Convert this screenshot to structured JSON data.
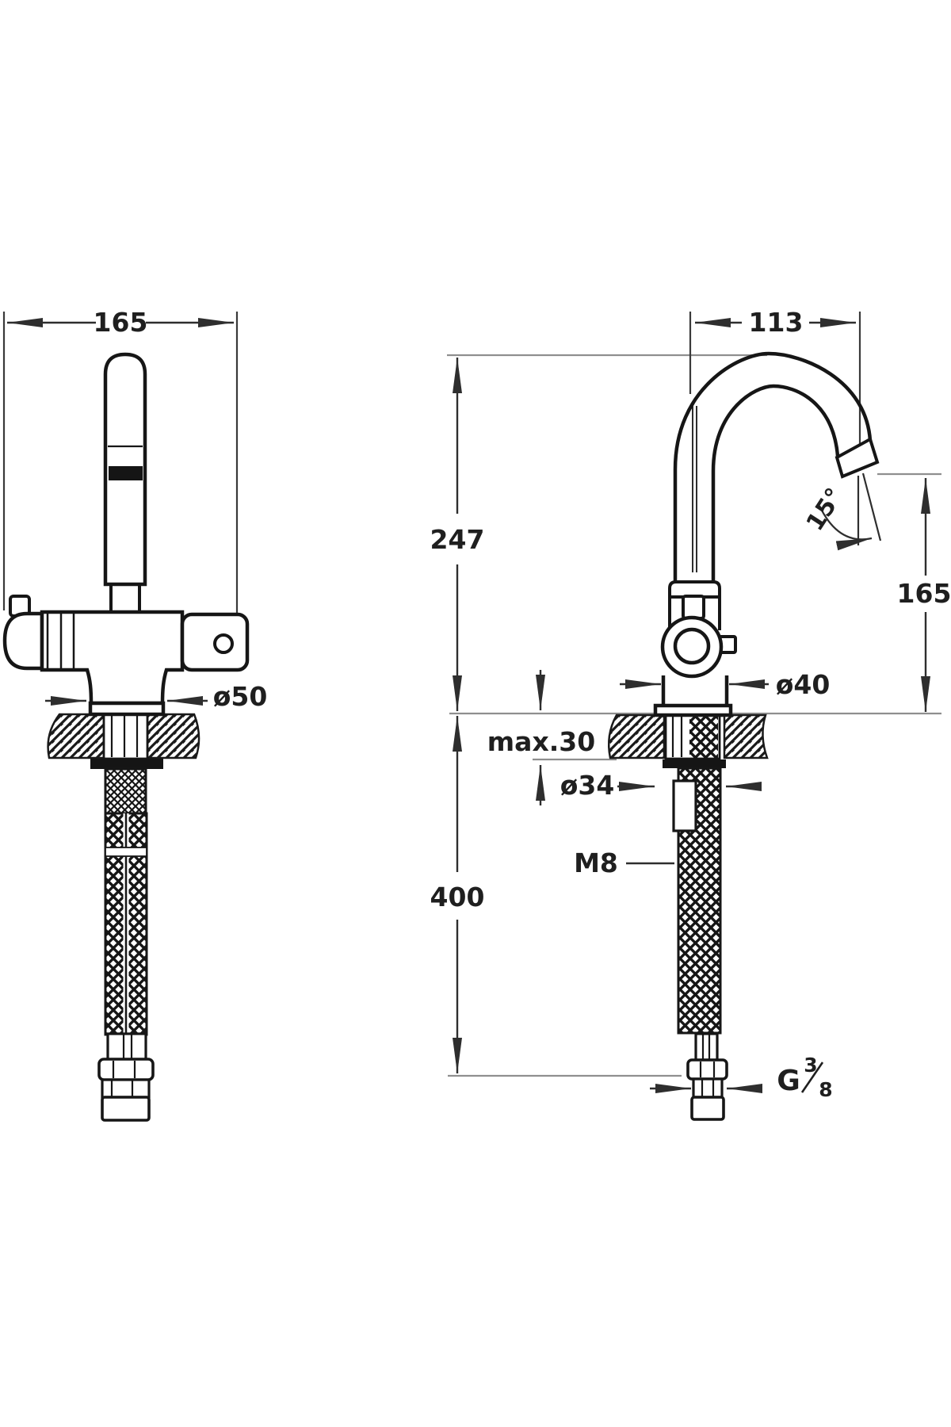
{
  "left_view": {
    "overall_width": "165",
    "escutcheon_diameter": "ø50"
  },
  "right_view": {
    "spout_reach": "113",
    "spout_angle": "15°",
    "spout_height_above_deck": "247",
    "outlet_height": "165",
    "body_diameter": "ø40",
    "max_mounting_thickness": "max.30",
    "mounting_hole_diameter": "ø34",
    "stud_thread": "M8",
    "hose_length_below_deck": "400",
    "connection_thread": {
      "unit": "G",
      "numerator": "3",
      "denominator": "8",
      "full": "G3/8"
    }
  },
  "colors": {
    "background": "#ffffff",
    "object_line": "#161616",
    "dimension_line": "#2e2e2e",
    "extension_line": "#8f8f8f",
    "hatch": "#1a1a1a"
  }
}
